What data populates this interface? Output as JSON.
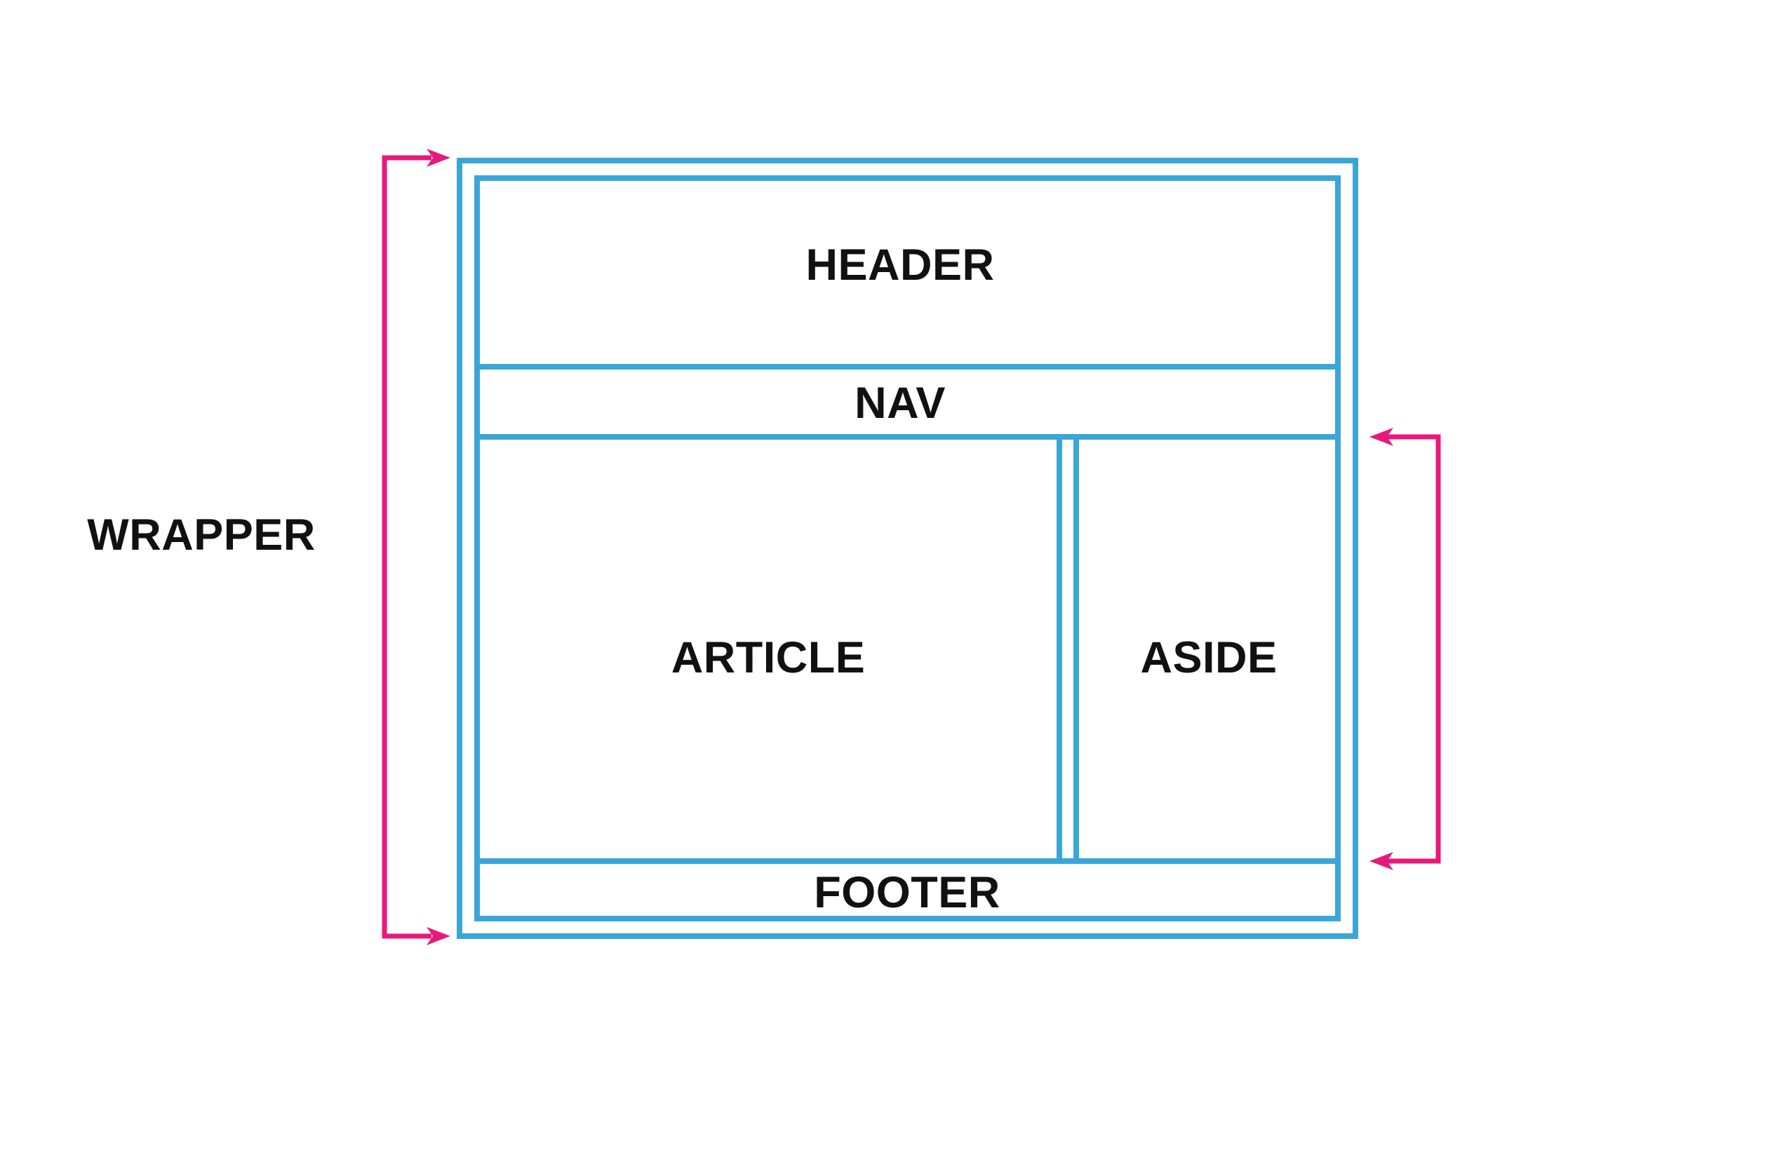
{
  "labels": {
    "wrapper": "WRAPPER",
    "header": "HEADER",
    "nav": "NAV",
    "article": "ARTICLE",
    "aside": "ASIDE",
    "footer": "FOOTER"
  },
  "colors": {
    "box_stroke": "#3aa6d8",
    "arrow": "#e8197a",
    "text": "#111111",
    "background": "#ffffff"
  }
}
